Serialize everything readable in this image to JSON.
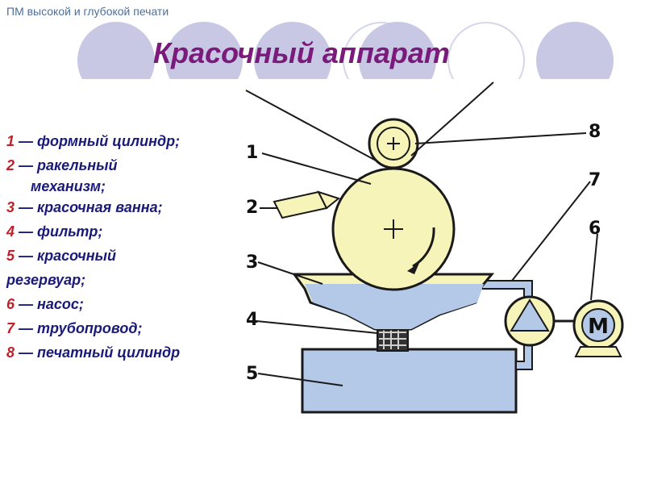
{
  "header": {
    "caption": "ПМ высокой и глубокой печати"
  },
  "title": "Красочный аппарат",
  "legend": [
    {
      "num": "1",
      "dash": " — ",
      "text": "формный цилиндр;"
    },
    {
      "num": "2",
      "dash": " — ",
      "text": "ракельный",
      "cont": "механизм;"
    },
    {
      "num": "3",
      "dash": " — ",
      "text": "красочная ванна;"
    },
    {
      "num": "4",
      "dash": " — ",
      "text": "фильтр;"
    },
    {
      "num": "5",
      "dash": " — ",
      "text": "красочный"
    },
    {
      "num": "",
      "dash": "",
      "text": "резервуар;"
    },
    {
      "num": "6",
      "dash": " — ",
      "text": "насос;"
    },
    {
      "num": "7",
      "dash": " — ",
      "text": "трубопровод;"
    },
    {
      "num": "8",
      "dash": " — ",
      "text": "печатный цилиндр"
    }
  ],
  "diagram_labels": {
    "l1": "1",
    "l2": "2",
    "l3": "3",
    "l4": "4",
    "l5": "5",
    "l6": "6",
    "l7": "7",
    "l8": "8",
    "motor": "M"
  },
  "colors": {
    "cylinder_fill": "#f6f4b8",
    "ink_blue": "#b4c8e8",
    "pump_fill": "#f6f4b8",
    "outline": "#1a1a1a",
    "title": "#7a1a7a",
    "legend_text": "#1a1a7a",
    "legend_number": "#c0202a",
    "circles": "#c8c8e4"
  }
}
